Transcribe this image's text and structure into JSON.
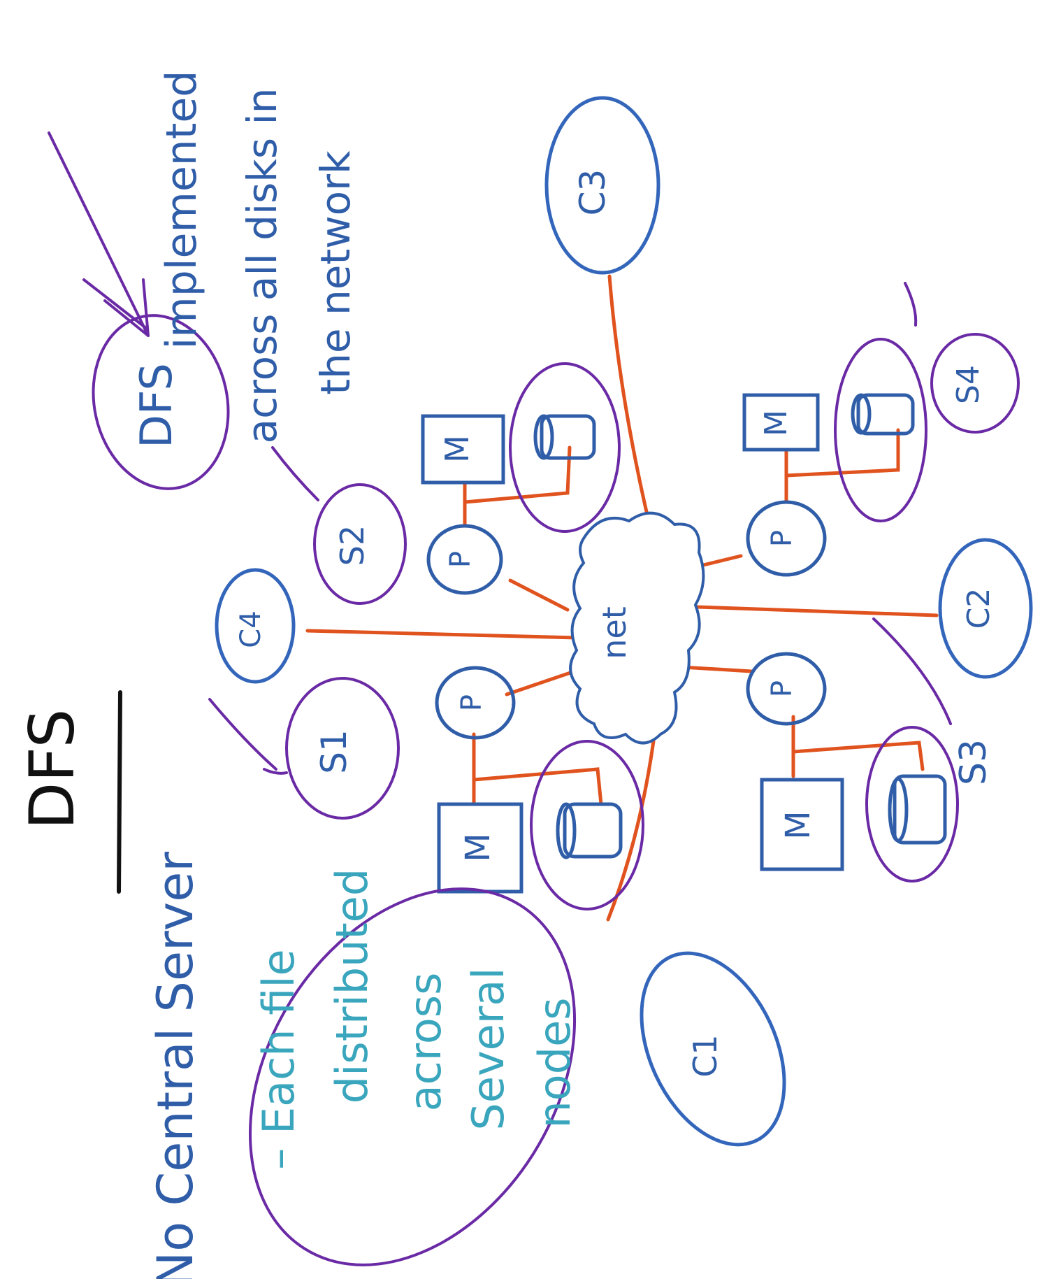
{
  "title": "DFS",
  "left_notes": {
    "line1": "No Central Server",
    "line2": "– Each file",
    "line3": "distributed",
    "line4": "across",
    "line5": "Several",
    "line6": "nodes"
  },
  "top_note": {
    "dfs_label": "DFS",
    "line1": "implemented",
    "line2": "across all disks in",
    "line3": "the network"
  },
  "network_label": "net",
  "clients": {
    "c1": "C1",
    "c2": "C2",
    "c3": "C3",
    "c4": "C4"
  },
  "servers": {
    "s1": "S1",
    "s2": "S2",
    "s3": "S3",
    "s4": "S4"
  },
  "node_labels": {
    "processor": "P",
    "memory": "M"
  },
  "colors": {
    "ink_black": "#111111",
    "ink_blue": "#2f5da8",
    "client_blue": "#3366bb",
    "ink_purple": "#6a2aa5",
    "ink_orange": "#e0531f",
    "ink_teal": "#3aa6bd"
  }
}
